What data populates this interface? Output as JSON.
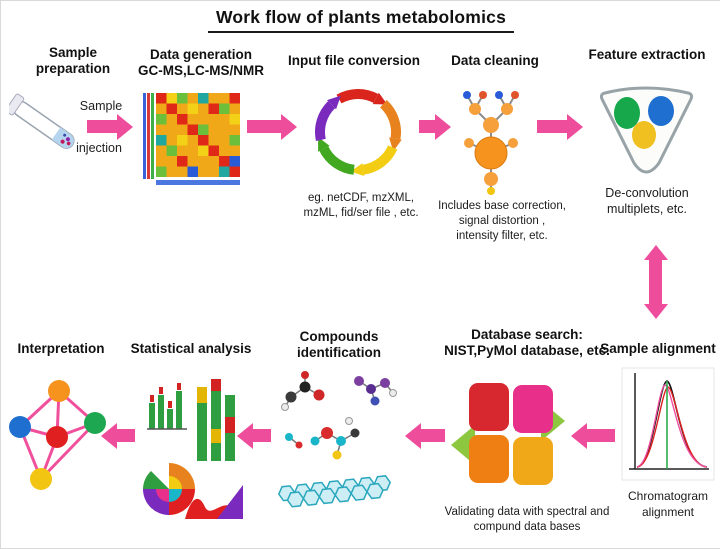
{
  "colors": {
    "arrow": "#ee4d9b",
    "text": "#141414",
    "accent_orange": "#f6921e",
    "accent_green": "#8dc63f",
    "accent_red": "#d9251c"
  },
  "title": "Work flow of plants metabolomics",
  "steps": {
    "sample_preparation": {
      "label": "Sample preparation",
      "icon": "test-tube-icon",
      "annotation_top": "Sample",
      "annotation_bottom": "injection"
    },
    "data_generation": {
      "label_line1": "Data generation",
      "label_line2": "GC-MS,LC-MS/NMR",
      "icon": "heatmap-icon"
    },
    "input_file_conversion": {
      "label": "Input file conversion",
      "icon": "conversion-cycle-icon",
      "caption": "eg. netCDF, mzXML, mzML, fid/ser file , etc."
    },
    "data_cleaning": {
      "label": "Data cleaning",
      "icon": "dendrimer-icon",
      "caption": "Includes base correction, signal distortion , intensity filter, etc."
    },
    "feature_extraction": {
      "label": "Feature extraction",
      "icon": "funnel-icon",
      "caption": "De-convolution multiplets, etc."
    },
    "sample_alignment": {
      "label": "Sample alignment",
      "icon": "chromatogram-icon",
      "caption": "Chromatogram alignment"
    },
    "database_search": {
      "label_line1": "Database search:",
      "label_line2": "NIST,PyMol database, etc.",
      "icon": "database-blocks-icon",
      "caption": "Validating data with spectral and compund data bases"
    },
    "compounds_identification": {
      "label_line1": "Compounds",
      "label_line2": "identification",
      "icon": "molecules-icon"
    },
    "statistical_analysis": {
      "label": "Statistical analysis",
      "icon": "charts-icon"
    },
    "interpretation": {
      "label": "Interpretation",
      "icon": "network-icon"
    }
  }
}
